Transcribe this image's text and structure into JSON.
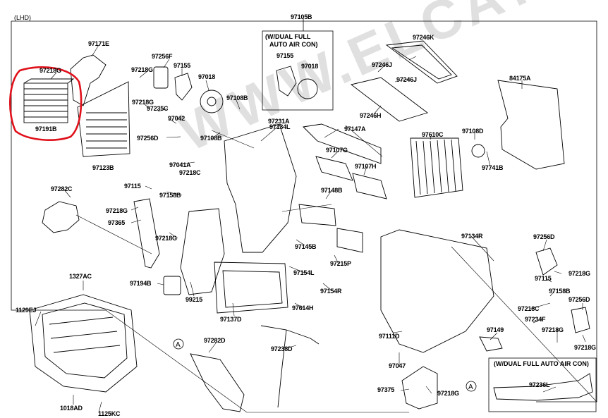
{
  "diagram": {
    "variant_label": "(LHD)",
    "top_code": "97105B",
    "boxes": [
      {
        "heading_line1": "(W/DUAL FULL",
        "heading_line2": "AUTO AIR CON)"
      },
      {
        "heading": "(W/DUAL FULL AUTO AIR CON)"
      }
    ],
    "watermark": "WWW.ELCATS.RU",
    "circle_marker": "A",
    "highlight_color": "#e0101a",
    "labels": {
      "l97171E": "97171E",
      "l97218G_a": "97218G",
      "l97191B": "97191B",
      "l97123B": "97123B",
      "l97256F": "97256F",
      "l97155_a": "97155",
      "l97218G_b": "97218G",
      "l97018_a": "97018",
      "l97218G_c": "97218G",
      "l97235C": "97235C",
      "l97042": "97042",
      "l97108B_a": "97108B",
      "l97256D_a": "97256D",
      "l97108B_b": "97108B",
      "l97231A": "97231A",
      "l97134L": "97134L",
      "l97155_b": "97155",
      "l97018_b": "97018",
      "l97246K": "97246K",
      "l97246J_a": "97246J",
      "l97246J_b": "97246J",
      "l97246H": "97246H",
      "l84175A": "84175A",
      "l97147A": "97147A",
      "l97107G": "97107G",
      "l97610C": "97610C",
      "l97108D": "97108D",
      "l97741B": "97741B",
      "l97107H": "97107H",
      "l97041A": "97041A",
      "l97218C_a": "97218C",
      "l97115_a": "97115",
      "l97158B_a": "97158B",
      "l97282C": "97282C",
      "l97218G_d": "97218G",
      "l97365": "97365",
      "l97218G_e": "97218G",
      "l97148B": "97148B",
      "l97145B": "97145B",
      "l97215P": "97215P",
      "l97134R": "97134R",
      "l97256D_b": "97256D",
      "l97154L": "97154L",
      "l97154R": "97154R",
      "l97194B": "97194B",
      "l99215": "99215",
      "l1327AC": "1327AC",
      "l97115_b": "97115",
      "l97218G_f": "97218G",
      "l97158B_b": "97158B",
      "l97256D_c": "97256D",
      "l1129EJ": "1129EJ",
      "l97614H": "97614H",
      "l97137D": "97137D",
      "l97218C_b": "97218C",
      "l97234F": "97234F",
      "l97218G_g": "97218G",
      "l97149": "97149",
      "l97218G_h": "97218G",
      "l97111D": "97111D",
      "l97238D": "97238D",
      "l97282D": "97282D",
      "l97047": "97047",
      "l97375": "97375",
      "l97218G_i": "97218G",
      "l97236L": "97236L",
      "l1018AD": "1018AD",
      "l1125KC": "1125KC"
    }
  }
}
